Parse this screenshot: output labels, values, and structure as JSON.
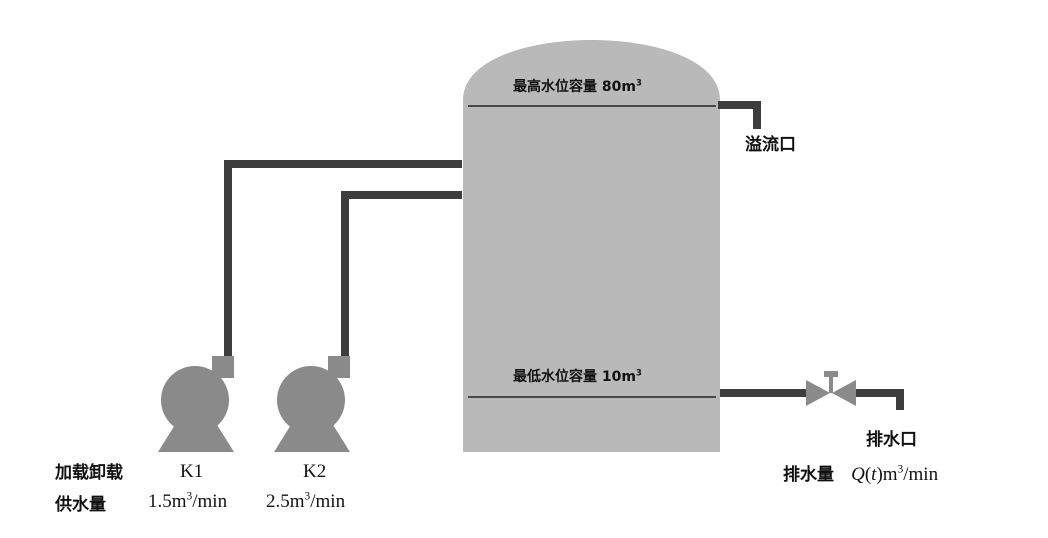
{
  "tank": {
    "max_label": "最高水位容量 80m",
    "max_sup": "3",
    "min_label": "最低水位容量 10m",
    "min_sup": "3"
  },
  "overflow": {
    "label": "溢流口"
  },
  "drain": {
    "label": "排水口",
    "rate_label": "排水量",
    "rate_q": "Q",
    "rate_t": "t",
    "rate_unit": "m",
    "rate_sup": "3",
    "rate_tail": "/min"
  },
  "pumps": {
    "group_label_1": "加载卸载",
    "group_label_2": "供水量",
    "k1": {
      "name": "K1",
      "rate": "1.5m",
      "sup": "3",
      "tail": "/min"
    },
    "k2": {
      "name": "K2",
      "rate": "2.5m",
      "sup": "3",
      "tail": "/min"
    }
  },
  "colors": {
    "tank": "#b9b9b9",
    "pipe": "#3d3d3d",
    "pump": "#8a8a8a",
    "line": "#222222"
  }
}
